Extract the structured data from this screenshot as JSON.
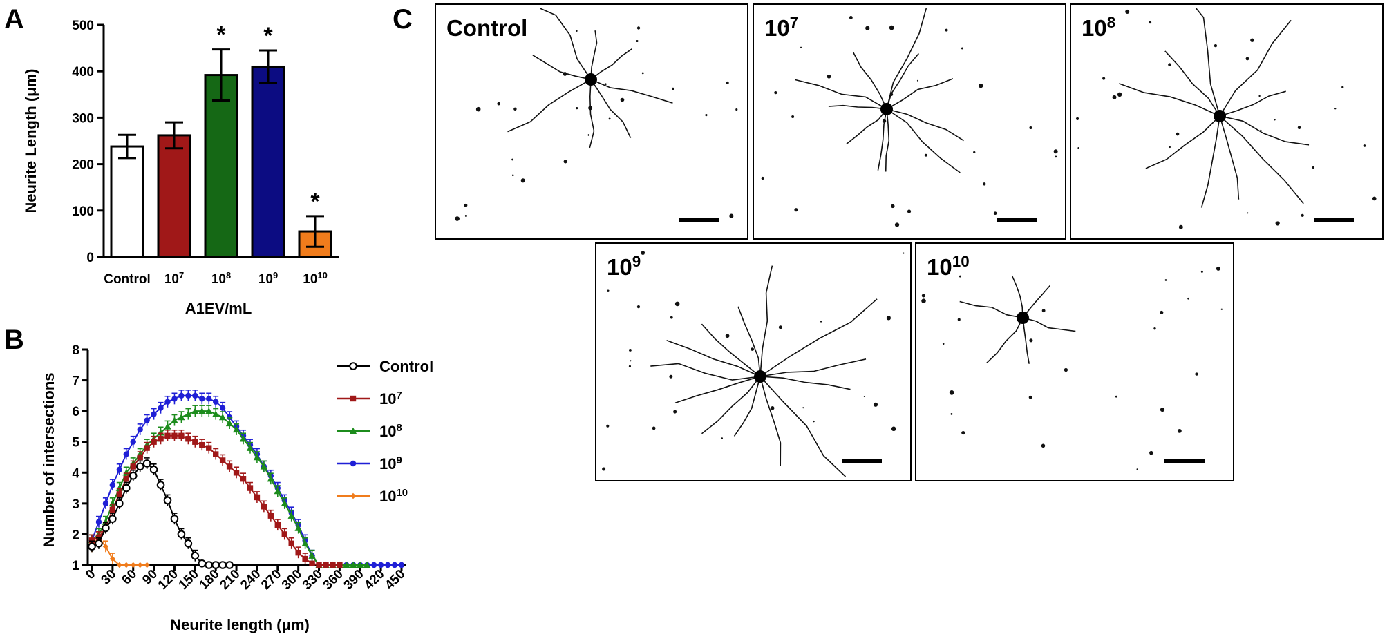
{
  "panels": {
    "a": "A",
    "b": "B",
    "c": "C"
  },
  "chart_data": [
    {
      "type": "bar",
      "ylabel": "Neurite Length (μm)",
      "xlabel": "A1EV/mL",
      "ylim": [
        0,
        500
      ],
      "yticks": [
        0,
        100,
        200,
        300,
        400,
        500
      ],
      "categories": [
        {
          "base": "Control",
          "sup": ""
        },
        {
          "base": "10",
          "sup": "7"
        },
        {
          "base": "10",
          "sup": "8"
        },
        {
          "base": "10",
          "sup": "9"
        },
        {
          "base": "10",
          "sup": "10"
        }
      ],
      "values": [
        238,
        262,
        392,
        410,
        55
      ],
      "errors": [
        25,
        28,
        55,
        35,
        33
      ],
      "colors": [
        "#ffffff",
        "#a01818",
        "#156815",
        "#0c0c82",
        "#f07c1c"
      ],
      "significance": [
        "",
        "",
        "*",
        "*",
        "*"
      ],
      "grid": false
    },
    {
      "type": "line",
      "xlabel": "Neurite length (μm)",
      "ylabel": "Number of intersections",
      "xlim": [
        0,
        450
      ],
      "ylim": [
        1,
        8
      ],
      "xticks": [
        0,
        30,
        60,
        90,
        120,
        150,
        180,
        210,
        240,
        270,
        300,
        330,
        360,
        390,
        420,
        450
      ],
      "yticks": [
        1,
        2,
        3,
        4,
        5,
        6,
        7,
        8
      ],
      "legend_position": "right",
      "series": [
        {
          "name": "Control",
          "sup": "",
          "color": "#000000",
          "marker": "circle-open",
          "x": [
            0,
            10,
            20,
            30,
            40,
            50,
            60,
            70,
            80,
            90,
            100,
            110,
            120,
            130,
            140,
            150,
            160,
            170,
            180,
            190,
            200
          ],
          "y": [
            1.6,
            1.7,
            2.2,
            2.5,
            3.0,
            3.5,
            3.9,
            4.2,
            4.3,
            4.1,
            3.6,
            3.1,
            2.5,
            2.0,
            1.7,
            1.3,
            1.05,
            1.0,
            1.0,
            1.0,
            1.0
          ]
        },
        {
          "name": "10",
          "sup": "7",
          "color": "#a01818",
          "marker": "square",
          "x": [
            0,
            10,
            20,
            30,
            40,
            50,
            60,
            70,
            80,
            90,
            100,
            110,
            120,
            130,
            140,
            150,
            160,
            170,
            180,
            190,
            200,
            210,
            220,
            230,
            240,
            250,
            260,
            270,
            280,
            290,
            300,
            310,
            320,
            330,
            340,
            350,
            360
          ],
          "y": [
            1.8,
            1.9,
            2.2,
            2.8,
            3.3,
            3.8,
            4.2,
            4.5,
            4.8,
            5.0,
            5.1,
            5.2,
            5.2,
            5.2,
            5.1,
            5.0,
            4.9,
            4.8,
            4.6,
            4.4,
            4.2,
            4.0,
            3.8,
            3.5,
            3.2,
            2.9,
            2.6,
            2.3,
            2.0,
            1.7,
            1.4,
            1.2,
            1.05,
            1.0,
            1.0,
            1.0,
            1.0
          ]
        },
        {
          "name": "10",
          "sup": "8",
          "color": "#1c8c1c",
          "marker": "triangle",
          "x": [
            0,
            10,
            20,
            30,
            40,
            50,
            60,
            70,
            80,
            90,
            100,
            110,
            120,
            130,
            140,
            150,
            160,
            170,
            180,
            190,
            200,
            210,
            220,
            230,
            240,
            250,
            260,
            270,
            280,
            290,
            300,
            310,
            320,
            330,
            340,
            350,
            360,
            370,
            380,
            390,
            400
          ],
          "y": [
            1.8,
            2.0,
            2.4,
            3.0,
            3.5,
            4.0,
            4.3,
            4.6,
            4.9,
            5.1,
            5.3,
            5.5,
            5.7,
            5.8,
            5.9,
            6.0,
            6.0,
            6.0,
            5.9,
            5.8,
            5.6,
            5.4,
            5.1,
            4.8,
            4.5,
            4.2,
            3.8,
            3.4,
            3.0,
            2.6,
            2.2,
            1.7,
            1.3,
            1.0,
            1.0,
            1.0,
            1.0,
            1.0,
            1.0,
            1.0,
            1.0
          ]
        },
        {
          "name": "10",
          "sup": "9",
          "color": "#1f1fd6",
          "marker": "circle",
          "x": [
            0,
            10,
            20,
            30,
            40,
            50,
            60,
            70,
            80,
            90,
            100,
            110,
            120,
            130,
            140,
            150,
            160,
            170,
            180,
            190,
            200,
            210,
            220,
            230,
            240,
            250,
            260,
            270,
            280,
            290,
            300,
            310,
            320,
            330,
            340,
            350,
            360,
            370,
            380,
            390,
            400,
            410,
            420,
            430,
            440,
            450
          ],
          "y": [
            1.8,
            2.4,
            3.0,
            3.6,
            4.1,
            4.6,
            5.0,
            5.4,
            5.7,
            5.9,
            6.1,
            6.3,
            6.4,
            6.5,
            6.5,
            6.5,
            6.4,
            6.4,
            6.3,
            6.1,
            5.8,
            5.5,
            5.2,
            4.9,
            4.6,
            4.2,
            3.9,
            3.5,
            3.1,
            2.7,
            2.3,
            1.8,
            1.3,
            1.0,
            1.0,
            1.0,
            1.0,
            1.0,
            1.0,
            1.0,
            1.0,
            1.0,
            1.0,
            1.0,
            1.0,
            1.0
          ]
        },
        {
          "name": "10",
          "sup": "10",
          "color": "#f07c1c",
          "marker": "diamond",
          "x": [
            0,
            10,
            20,
            30,
            40,
            50,
            60,
            70,
            80
          ],
          "y": [
            1.6,
            1.9,
            1.6,
            1.2,
            1.0,
            1.0,
            1.0,
            1.0,
            1.0
          ]
        }
      ]
    }
  ],
  "micrographs": [
    {
      "base": "Control",
      "sup": ""
    },
    {
      "base": "10",
      "sup": "7"
    },
    {
      "base": "10",
      "sup": "8"
    },
    {
      "base": "10",
      "sup": "9"
    },
    {
      "base": "10",
      "sup": "10"
    }
  ]
}
